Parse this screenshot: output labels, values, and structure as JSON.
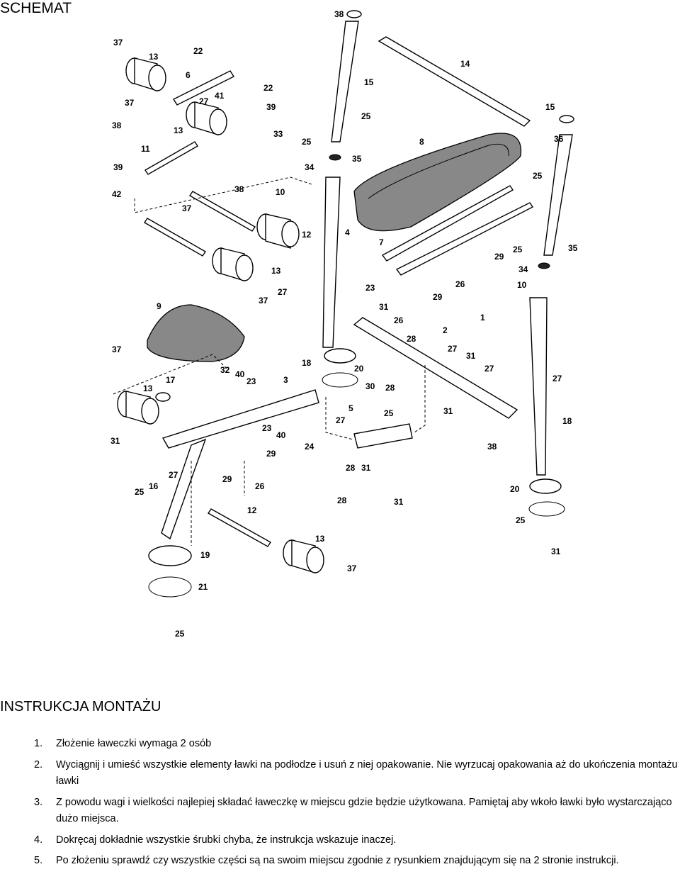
{
  "header": {
    "title": "SCHEMAT"
  },
  "diagram": {
    "part_labels": [
      "38",
      "37",
      "13",
      "22",
      "6",
      "37",
      "27",
      "41",
      "22",
      "39",
      "38",
      "13",
      "33",
      "11",
      "39",
      "42",
      "38",
      "15",
      "25",
      "25",
      "35",
      "34",
      "10",
      "14",
      "8",
      "4",
      "37",
      "12",
      "13",
      "37",
      "27",
      "7",
      "23",
      "29",
      "26",
      "29",
      "31",
      "26",
      "9",
      "37",
      "13",
      "17",
      "32",
      "40",
      "23",
      "3",
      "31",
      "23",
      "40",
      "24",
      "29",
      "16",
      "25",
      "27",
      "29",
      "26",
      "12",
      "13",
      "37",
      "19",
      "21",
      "25",
      "18",
      "20",
      "30",
      "28",
      "5",
      "25",
      "27",
      "28",
      "31",
      "28",
      "31",
      "2",
      "28",
      "27",
      "31",
      "27",
      "31",
      "38",
      "15",
      "36",
      "25",
      "25",
      "35",
      "34",
      "10",
      "1",
      "27",
      "18",
      "20",
      "25",
      "31"
    ]
  },
  "instructions": {
    "title": "INSTRUKCJA MONTAŻU",
    "steps": [
      {
        "num": "1.",
        "text": "Złożenie ławeczki wymaga 2 osób"
      },
      {
        "num": "2.",
        "text": "Wyciągnij i umieść wszystkie elementy ławki na podłodze i usuń z niej opakowanie. Nie wyrzucaj opakowania aż do ukończenia montażu ławki"
      },
      {
        "num": "3.",
        "text": "Z powodu wagi i wielkości najlepiej składać ławeczkę w miejscu gdzie będzie użytkowana. Pamiętaj aby wkoło ławki było wystarczająco dużo miejsca."
      },
      {
        "num": "4.",
        "text": "Dokręcaj dokładnie wszystkie śrubki chyba, że instrukcja wskazuje inaczej."
      },
      {
        "num": "5.",
        "text": "Po złożeniu sprawdź czy wszystkie części są na swoim miejscu zgodnie z rysunkiem znajdującym się na 2 stronie instrukcji."
      }
    ]
  }
}
